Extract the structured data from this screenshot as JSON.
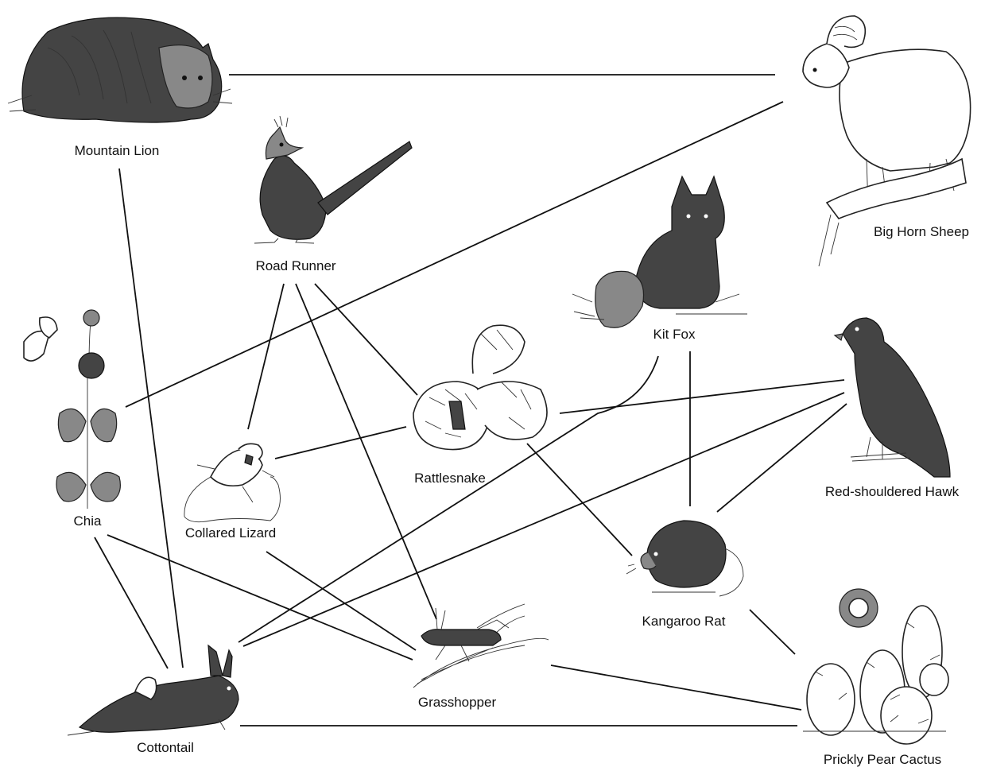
{
  "organisms": {
    "mountain_lion": "Mountain Lion",
    "big_horn_sheep": "Big Horn Sheep",
    "road_runner": "Road Runner",
    "kit_fox": "Kit Fox",
    "chia": "Chia",
    "rattlesnake": "Rattlesnake",
    "red_shouldered_hawk": "Red-shouldered Hawk",
    "collared_lizard": "Collared Lizard",
    "kangaroo_rat": "Kangaroo Rat",
    "grasshopper": "Grasshopper",
    "cottontail": "Cottontail",
    "prickly_pear_cactus": "Prickly Pear Cactus"
  },
  "links": [
    [
      "mountain_lion",
      "big_horn_sheep"
    ],
    [
      "mountain_lion",
      "cottontail"
    ],
    [
      "big_horn_sheep",
      "chia"
    ],
    [
      "road_runner",
      "collared_lizard"
    ],
    [
      "road_runner",
      "grasshopper"
    ],
    [
      "road_runner",
      "rattlesnake"
    ],
    [
      "rattlesnake",
      "collared_lizard"
    ],
    [
      "rattlesnake",
      "red_shouldered_hawk"
    ],
    [
      "rattlesnake",
      "kangaroo_rat"
    ],
    [
      "kit_fox",
      "cottontail"
    ],
    [
      "kit_fox",
      "kangaroo_rat"
    ],
    [
      "red_shouldered_hawk",
      "cottontail"
    ],
    [
      "red_shouldered_hawk",
      "kangaroo_rat"
    ],
    [
      "chia",
      "cottontail"
    ],
    [
      "chia",
      "grasshopper"
    ],
    [
      "collared_lizard",
      "grasshopper"
    ],
    [
      "grasshopper",
      "prickly_pear_cactus"
    ],
    [
      "kangaroo_rat",
      "prickly_pear_cactus"
    ],
    [
      "cottontail",
      "prickly_pear_cactus"
    ]
  ]
}
